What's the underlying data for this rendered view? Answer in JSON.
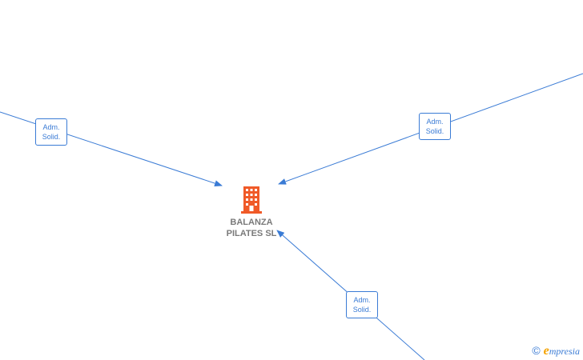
{
  "company": {
    "name_line1": "BALANZA",
    "name_line2": "PILATES SL",
    "icon": "building-icon",
    "icon_color": "#f05a28"
  },
  "relations": [
    {
      "line1": "Adm.",
      "line2": "Solid."
    },
    {
      "line1": "Adm.",
      "line2": "Solid."
    },
    {
      "line1": "Adm.",
      "line2": "Solid."
    }
  ],
  "colors": {
    "edge": "#3a7bd5",
    "label_text": "#7a7a7a"
  },
  "watermark": {
    "copyright_symbol": "©",
    "brand_initial": "e",
    "brand_rest": "mpresia"
  }
}
